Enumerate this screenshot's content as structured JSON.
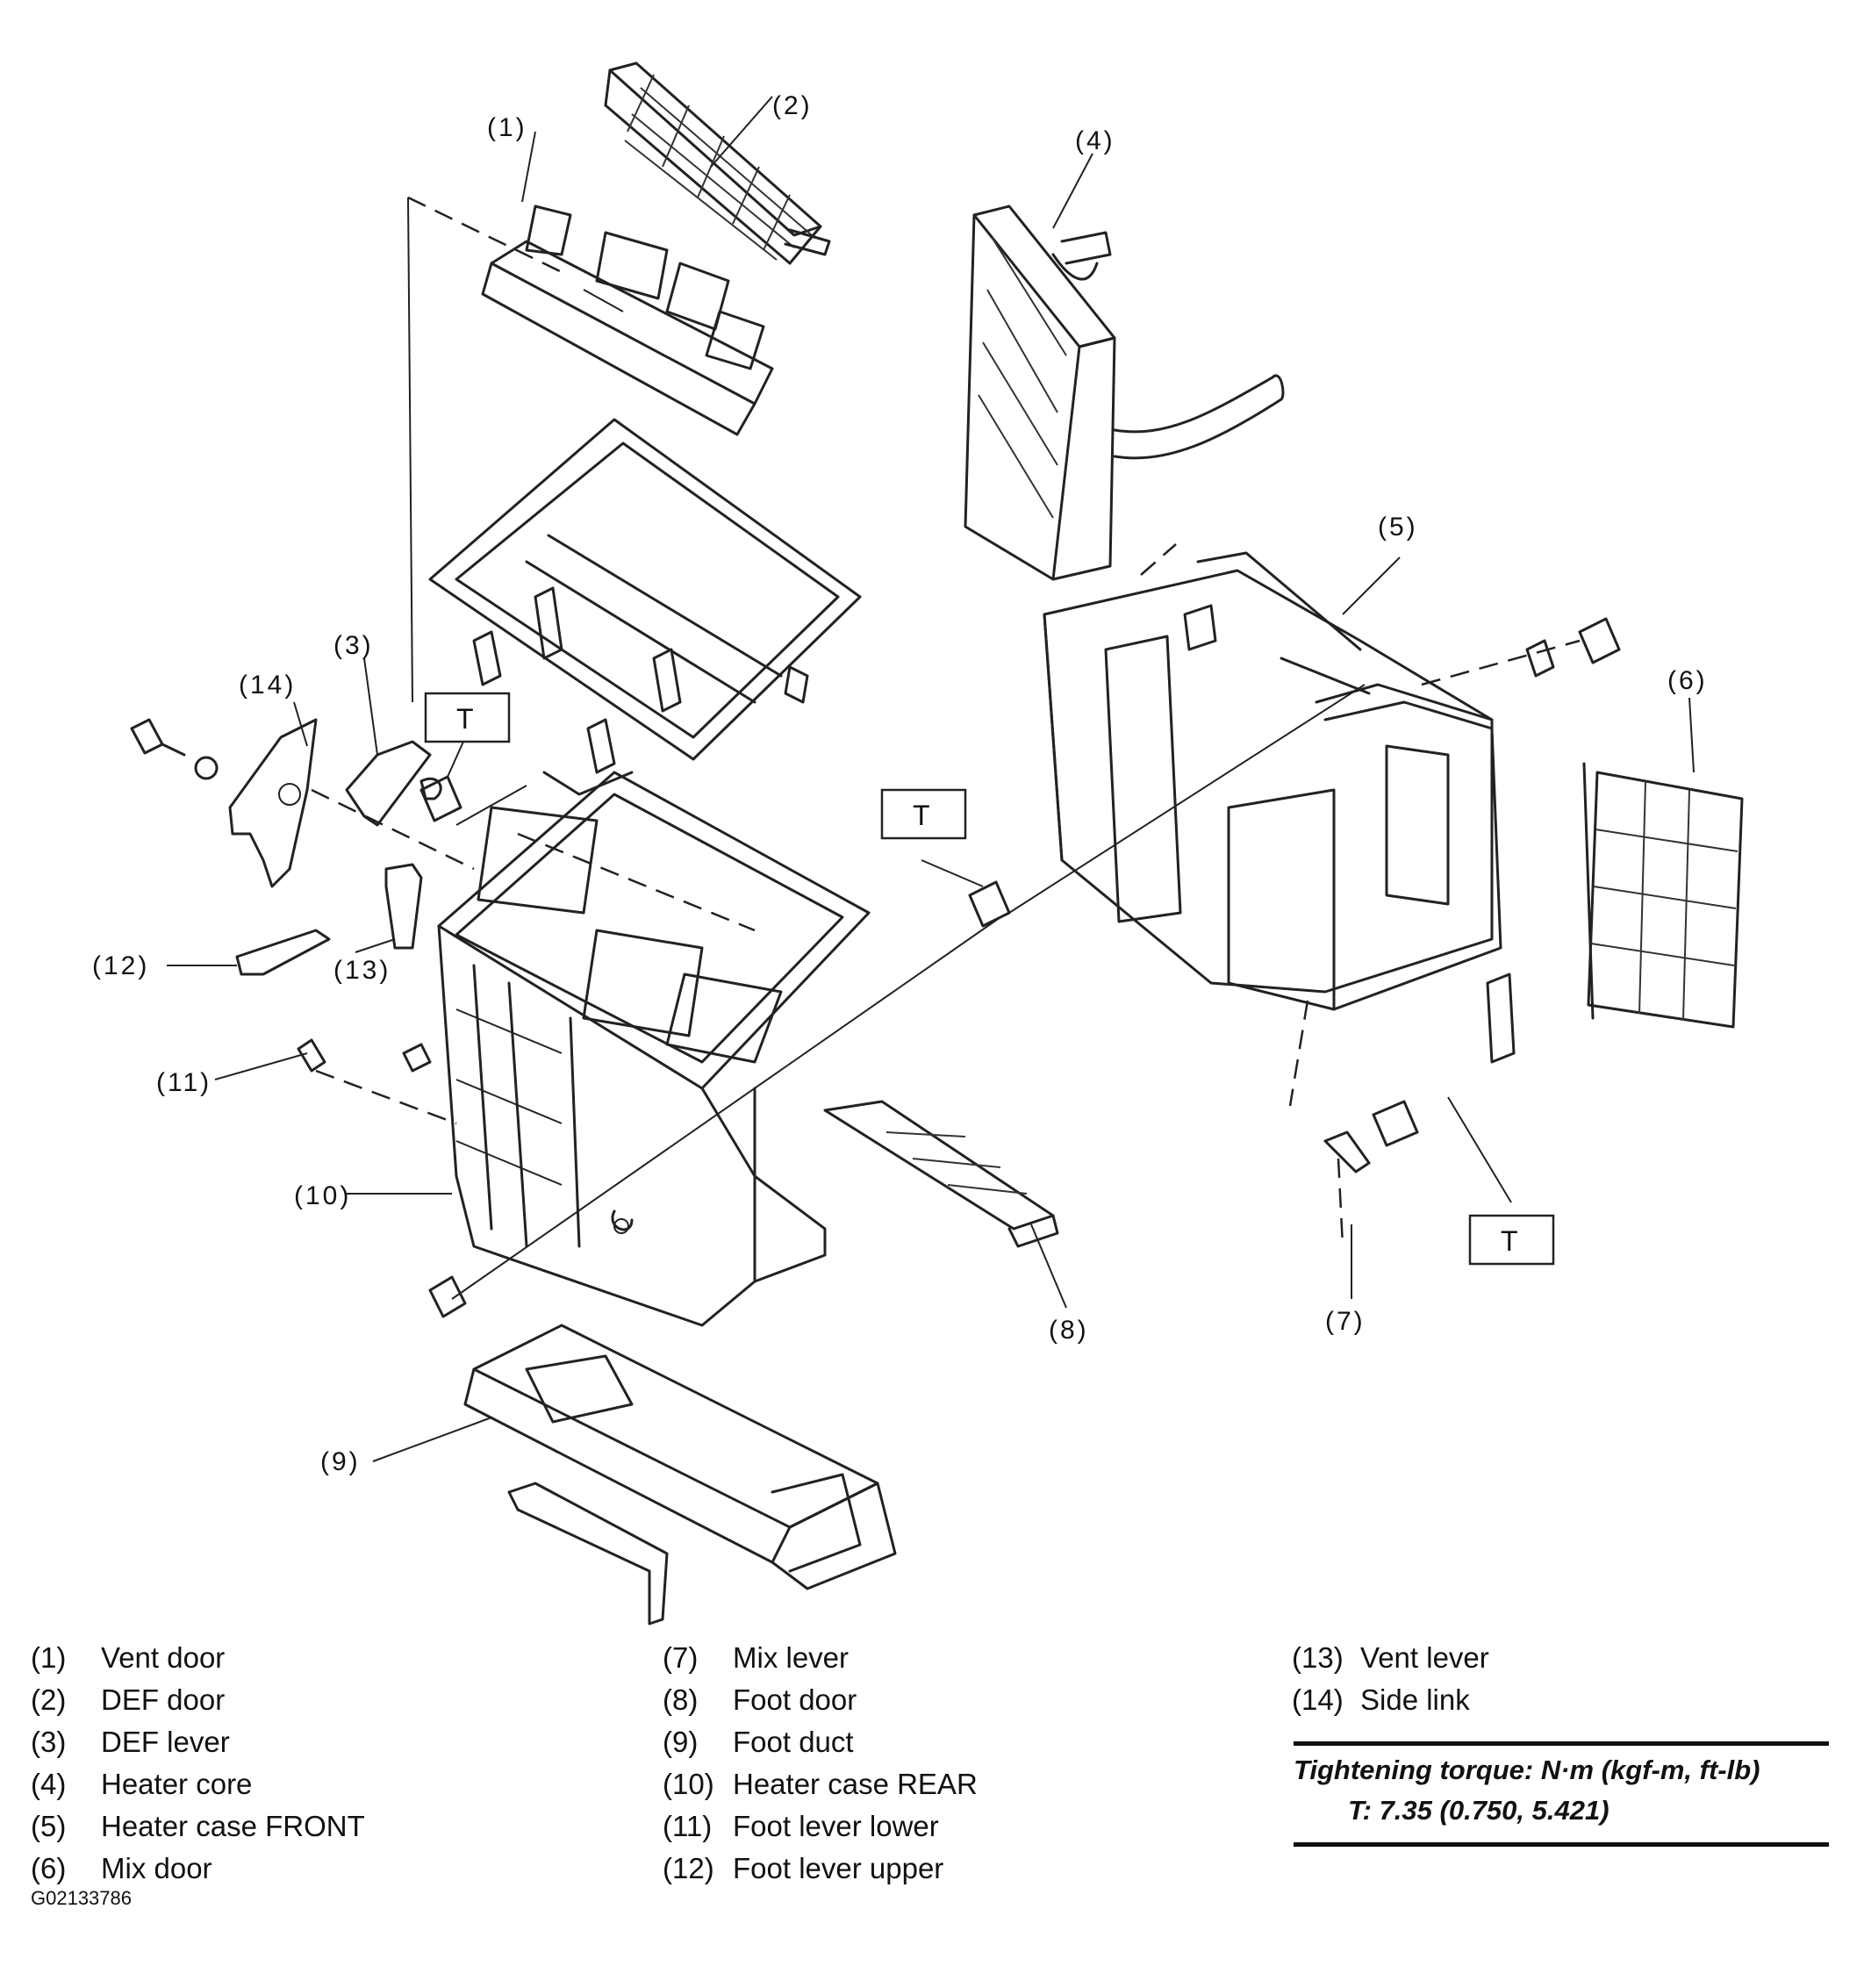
{
  "callouts": {
    "c1": "(1)",
    "c2": "(2)",
    "c3": "(3)",
    "c4": "(4)",
    "c5": "(5)",
    "c6": "(6)",
    "c7": "(7)",
    "c8": "(8)",
    "c9": "(9)",
    "c10": "(10)",
    "c11": "(11)",
    "c12": "(12)",
    "c13": "(13)",
    "c14": "(14)"
  },
  "torque_marker": "T",
  "legend": [
    {
      "num": "(1)",
      "label": "Vent door"
    },
    {
      "num": "(2)",
      "label": "DEF door"
    },
    {
      "num": "(3)",
      "label": "DEF lever"
    },
    {
      "num": "(4)",
      "label": "Heater core"
    },
    {
      "num": "(5)",
      "label": "Heater case FRONT"
    },
    {
      "num": "(6)",
      "label": "Mix door"
    },
    {
      "num": "(7)",
      "label": "Mix lever"
    },
    {
      "num": "(8)",
      "label": "Foot door"
    },
    {
      "num": "(9)",
      "label": "Foot duct"
    },
    {
      "num": "(10)",
      "label": "Heater case REAR"
    },
    {
      "num": "(11)",
      "label": "Foot lever lower"
    },
    {
      "num": "(12)",
      "label": "Foot lever upper"
    },
    {
      "num": "(13)",
      "label": "Vent lever"
    },
    {
      "num": "(14)",
      "label": "Side link"
    }
  ],
  "torque": {
    "heading": "Tightening torque: N·m (kgf-m, ft-lb)",
    "value": "T: 7.35 (0.750, 5.421)"
  },
  "image_code": "G02133786"
}
